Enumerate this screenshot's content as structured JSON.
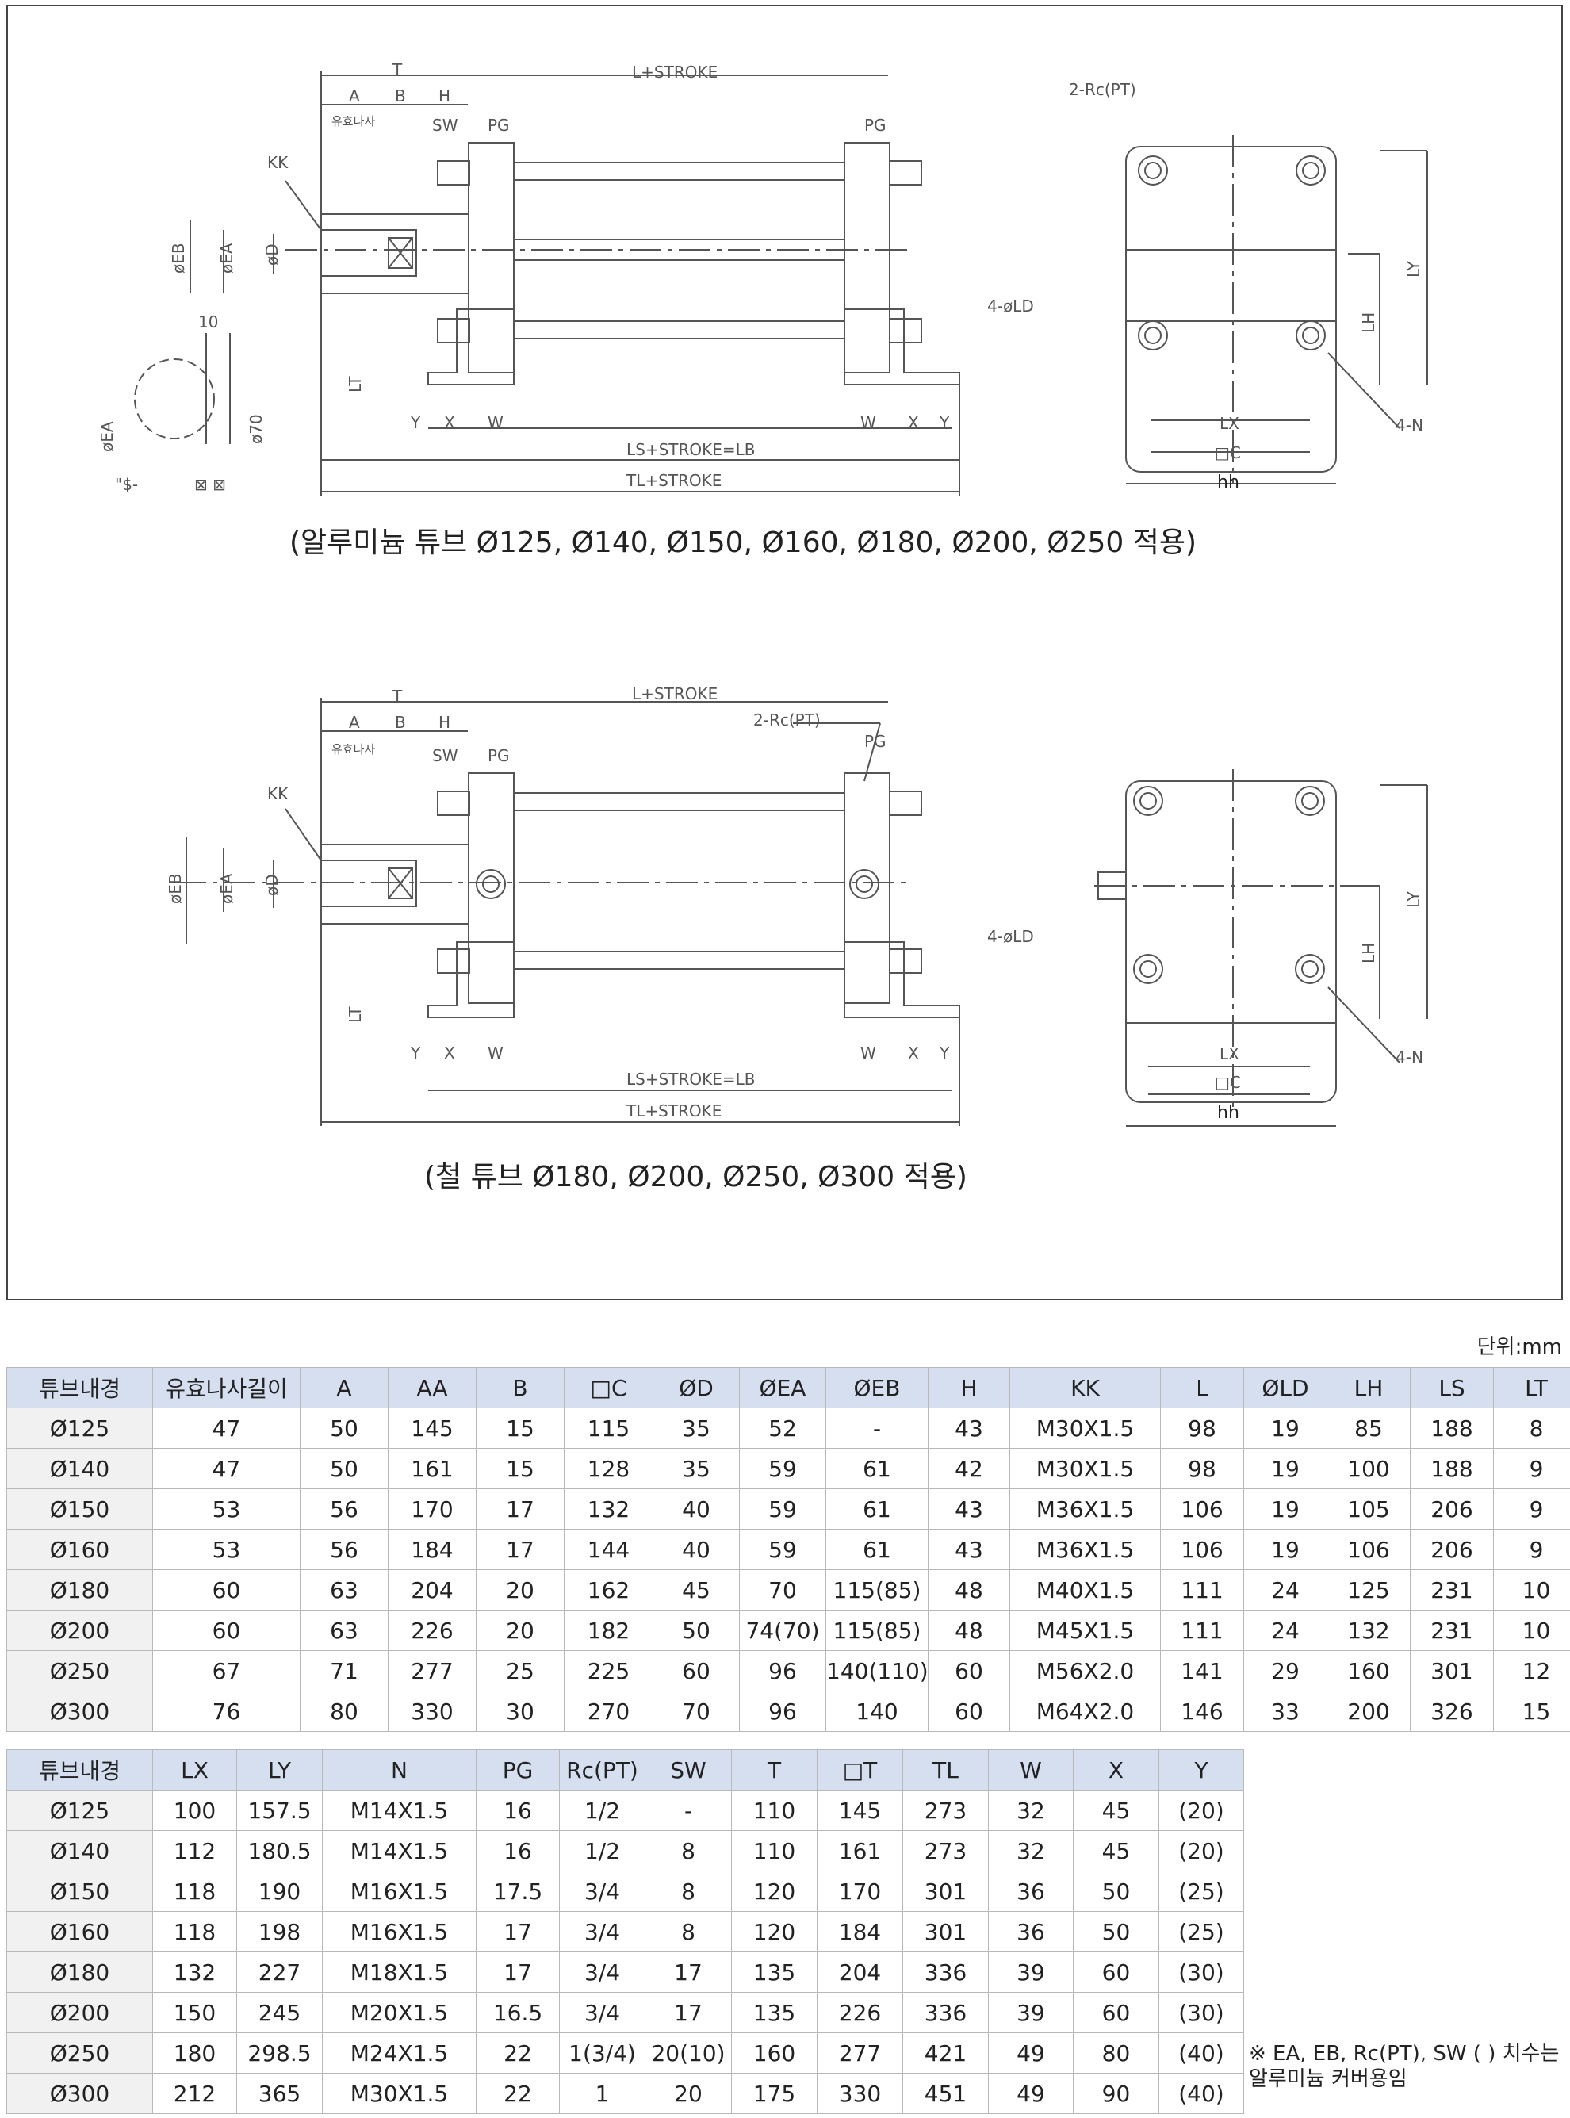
{
  "drawing1": {
    "caption": "(알루미늄 튜브 Ø125, Ø140, Ø150, Ø160, Ø180, Ø200, Ø250 적용)",
    "labels": {
      "T": "T",
      "A": "A",
      "B": "B",
      "H": "H",
      "eff_thread": "유효나사",
      "SW": "SW",
      "PG": "PG",
      "KK": "KK",
      "EB": "øEB",
      "EA": "øEA",
      "D": "øD",
      "L_STROKE": "L+STROKE",
      "Rc": "2-Rc(PT)",
      "LD": "4-øLD",
      "LT": "LT",
      "Y": "Y",
      "X": "X",
      "W": "W",
      "LS": "LS+STROKE=LB",
      "TL": "TL+STROKE",
      "LX": "LX",
      "C": "□C",
      "hh": "hh",
      "LY": "LY",
      "LH": "LH",
      "N": "4-N",
      "ten": "10",
      "p70": "ø70",
      "garble": "\"$-",
      "gsym": "⊠ ⊠"
    }
  },
  "drawing2": {
    "caption": "(철 튜브 Ø180, Ø200, Ø250, Ø300 적용)",
    "labels": {
      "T": "T",
      "A": "A",
      "B": "B",
      "H": "H",
      "eff_thread": "유효나사",
      "SW": "SW",
      "PG": "PG",
      "KK": "KK",
      "EB": "øEB",
      "EA": "øEA",
      "D": "øD",
      "L_STROKE": "L+STROKE",
      "Rc": "2-Rc(PT)",
      "LD": "4-øLD",
      "LT": "LT",
      "Y": "Y",
      "X": "X",
      "W": "W",
      "LS": "LS+STROKE=LB",
      "TL": "TL+STROKE",
      "LX": "LX",
      "C": "□C",
      "hh": "hh",
      "LY": "LY",
      "LH": "LH",
      "N": "4-N"
    }
  },
  "unit": "단위:mm",
  "table1": {
    "headers": [
      "튜브내경",
      "유효나사길이",
      "A",
      "AA",
      "B",
      "□C",
      "ØD",
      "ØEA",
      "ØEB",
      "H",
      "KK",
      "L",
      "ØLD",
      "LH",
      "LS",
      "LT"
    ],
    "rows": [
      [
        "Ø125",
        "47",
        "50",
        "145",
        "15",
        "115",
        "35",
        "52",
        "-",
        "43",
        "M30X1.5",
        "98",
        "19",
        "85",
        "188",
        "8"
      ],
      [
        "Ø140",
        "47",
        "50",
        "161",
        "15",
        "128",
        "35",
        "59",
        "61",
        "42",
        "M30X1.5",
        "98",
        "19",
        "100",
        "188",
        "9"
      ],
      [
        "Ø150",
        "53",
        "56",
        "170",
        "17",
        "132",
        "40",
        "59",
        "61",
        "43",
        "M36X1.5",
        "106",
        "19",
        "105",
        "206",
        "9"
      ],
      [
        "Ø160",
        "53",
        "56",
        "184",
        "17",
        "144",
        "40",
        "59",
        "61",
        "43",
        "M36X1.5",
        "106",
        "19",
        "106",
        "206",
        "9"
      ],
      [
        "Ø180",
        "60",
        "63",
        "204",
        "20",
        "162",
        "45",
        "70",
        "115(85)",
        "48",
        "M40X1.5",
        "111",
        "24",
        "125",
        "231",
        "10"
      ],
      [
        "Ø200",
        "60",
        "63",
        "226",
        "20",
        "182",
        "50",
        "74(70)",
        "115(85)",
        "48",
        "M45X1.5",
        "111",
        "24",
        "132",
        "231",
        "10"
      ],
      [
        "Ø250",
        "67",
        "71",
        "277",
        "25",
        "225",
        "60",
        "96",
        "140(110)",
        "60",
        "M56X2.0",
        "141",
        "29",
        "160",
        "301",
        "12"
      ],
      [
        "Ø300",
        "76",
        "80",
        "330",
        "30",
        "270",
        "70",
        "96",
        "140",
        "60",
        "M64X2.0",
        "146",
        "33",
        "200",
        "326",
        "15"
      ]
    ]
  },
  "table2": {
    "headers": [
      "튜브내경",
      "LX",
      "LY",
      "N",
      "PG",
      "Rc(PT)",
      "SW",
      "T",
      "□T",
      "TL",
      "W",
      "X",
      "Y"
    ],
    "rows": [
      [
        "Ø125",
        "100",
        "157.5",
        "M14X1.5",
        "16",
        "1/2",
        "-",
        "110",
        "145",
        "273",
        "32",
        "45",
        "(20)"
      ],
      [
        "Ø140",
        "112",
        "180.5",
        "M14X1.5",
        "16",
        "1/2",
        "8",
        "110",
        "161",
        "273",
        "32",
        "45",
        "(20)"
      ],
      [
        "Ø150",
        "118",
        "190",
        "M16X1.5",
        "17.5",
        "3/4",
        "8",
        "120",
        "170",
        "301",
        "36",
        "50",
        "(25)"
      ],
      [
        "Ø160",
        "118",
        "198",
        "M16X1.5",
        "17",
        "3/4",
        "8",
        "120",
        "184",
        "301",
        "36",
        "50",
        "(25)"
      ],
      [
        "Ø180",
        "132",
        "227",
        "M18X1.5",
        "17",
        "3/4",
        "17",
        "135",
        "204",
        "336",
        "39",
        "60",
        "(30)"
      ],
      [
        "Ø200",
        "150",
        "245",
        "M20X1.5",
        "16.5",
        "3/4",
        "17",
        "135",
        "226",
        "336",
        "39",
        "60",
        "(30)"
      ],
      [
        "Ø250",
        "180",
        "298.5",
        "M24X1.5",
        "22",
        "1(3/4)",
        "20(10)",
        "160",
        "277",
        "421",
        "49",
        "80",
        "(40)"
      ],
      [
        "Ø300",
        "212",
        "365",
        "M30X1.5",
        "22",
        "1",
        "20",
        "175",
        "330",
        "451",
        "49",
        "90",
        "(40)"
      ]
    ]
  },
  "footnote": {
    "line1": "※ EA, EB, Rc(PT), SW ( ) 치수는",
    "line2": "알루미늄 커버용임"
  }
}
